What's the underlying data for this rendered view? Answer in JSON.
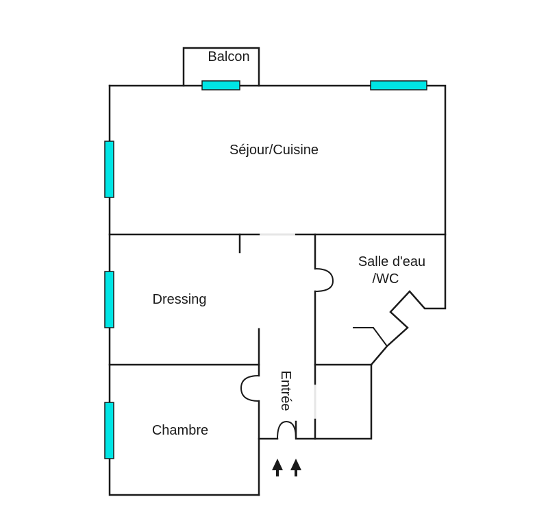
{
  "rooms": {
    "balcon": "Balcon",
    "sejour": "Séjour/Cuisine",
    "salle_line1": "Salle d'eau",
    "salle_line2": "/WC",
    "dressing": "Dressing",
    "chambre": "Chambre",
    "entree": "Entrée"
  },
  "colors": {
    "wall": "#1a1a1a",
    "window": "#00e5e5",
    "background": "#ffffff"
  },
  "icons": [
    "arrow-up-icon",
    "arrow-up-icon"
  ]
}
